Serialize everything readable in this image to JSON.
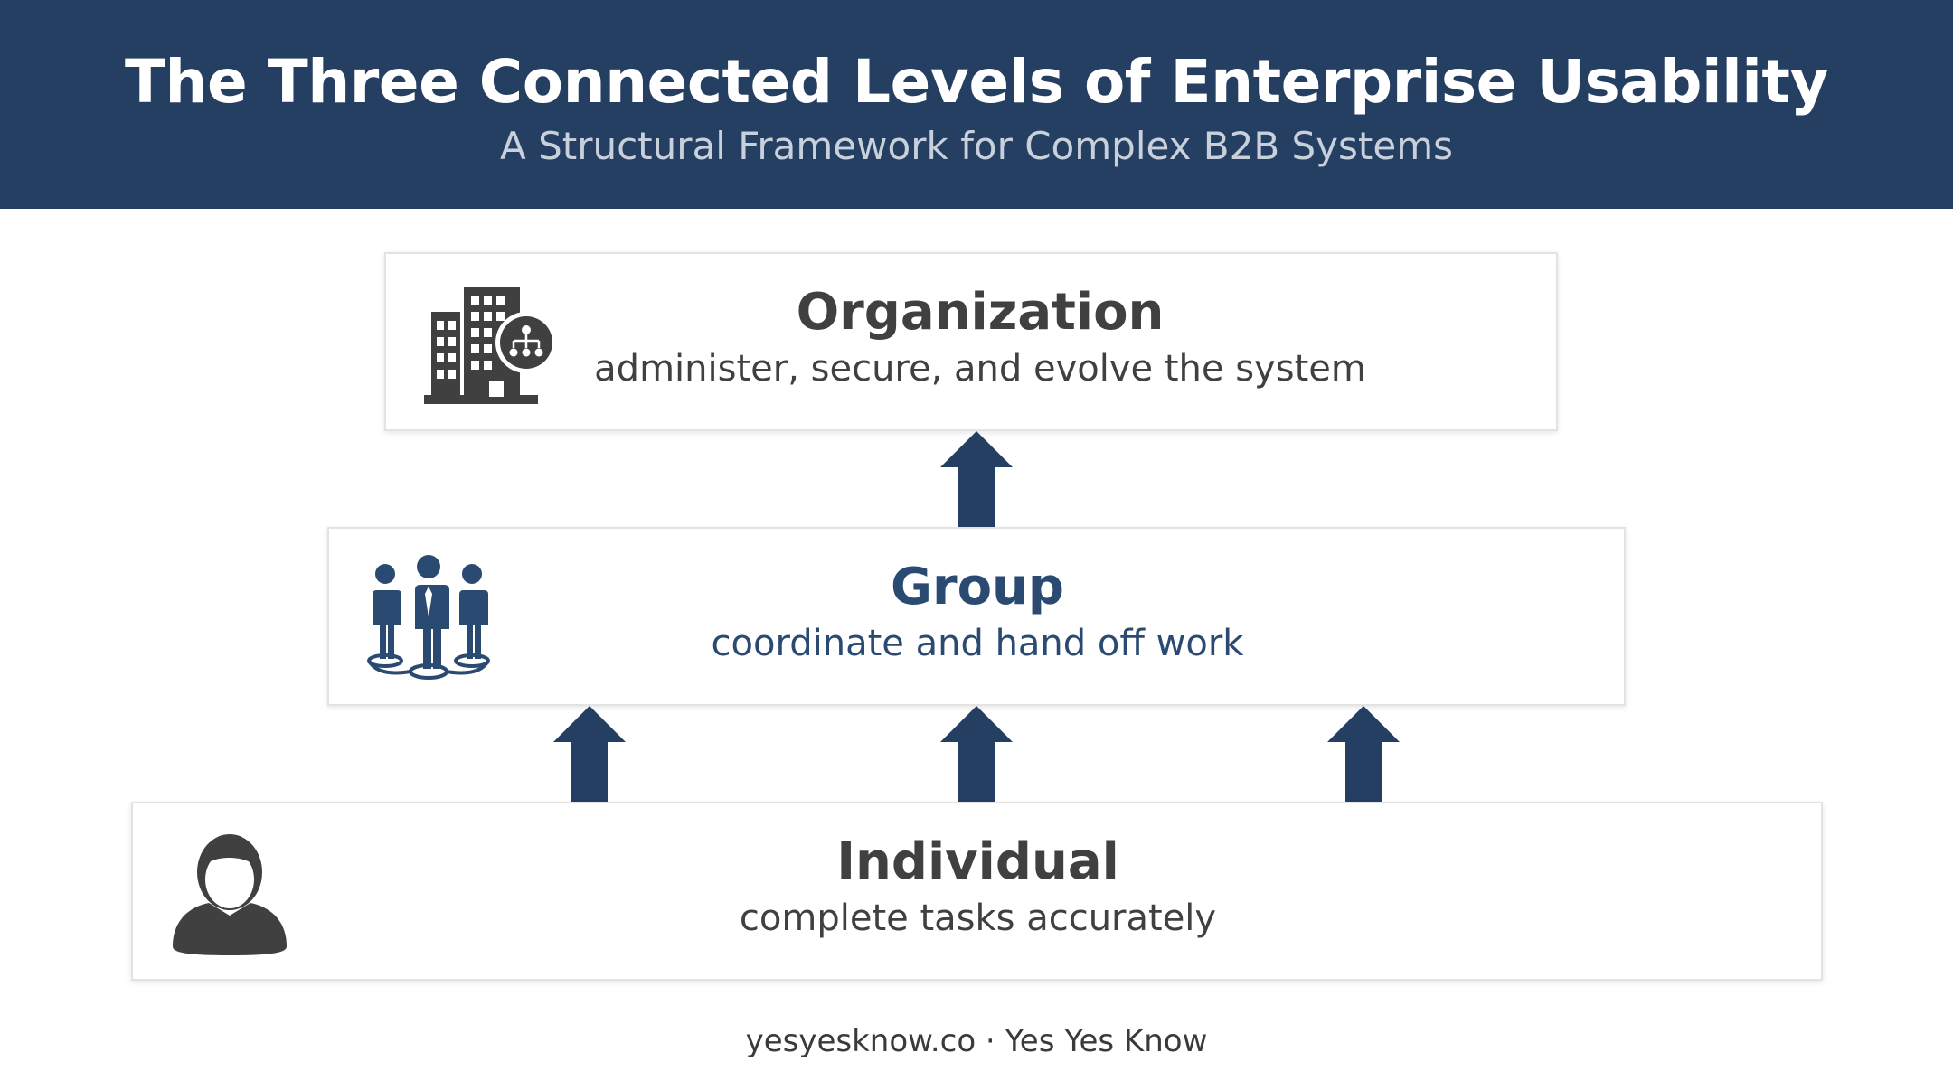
{
  "header": {
    "title": "The Three Connected Levels of Enterprise Usability",
    "subtitle": "A Structural Framework for Complex B2B Systems"
  },
  "levels": [
    {
      "title": "Organization",
      "description": "administer, secure, and evolve the system",
      "icon": "building-org-chart-icon"
    },
    {
      "title": "Group",
      "description": "coordinate and hand off work",
      "icon": "team-icon"
    },
    {
      "title": "Individual",
      "description": "complete tasks accurately",
      "icon": "person-icon"
    }
  ],
  "colors": {
    "header_bg": "#253f63",
    "accent": "#2b4a72",
    "dark_text": "#404040",
    "arrow": "#253f63"
  },
  "footer": {
    "text": "yesyesknow.co · Yes Yes Know"
  }
}
